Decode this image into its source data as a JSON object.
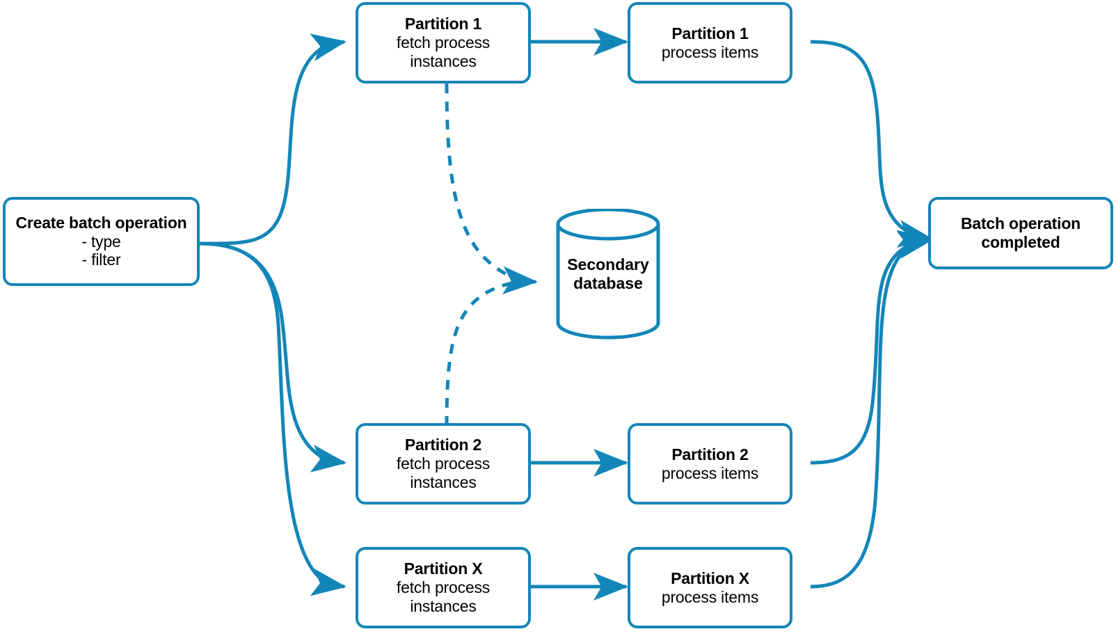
{
  "diagram": {
    "type": "flow-diagram",
    "accent_color": "#1386b8",
    "background_color": "#ffffff",
    "text_color": "#000000",
    "nodes": {
      "start": {
        "title": "Create batch operation",
        "line2": "- type",
        "line3": "- filter"
      },
      "fetch_1": {
        "title": "Partition 1",
        "line2": "fetch process",
        "line3": "instances"
      },
      "process_1": {
        "title": "Partition 1",
        "line2": "process items"
      },
      "fetch_2": {
        "title": "Partition 2",
        "line2": "fetch process",
        "line3": "instances"
      },
      "process_2": {
        "title": "Partition 2",
        "line2": "process items"
      },
      "fetch_x": {
        "title": "Partition X",
        "line2": "fetch process",
        "line3": "instances"
      },
      "process_x": {
        "title": "Partition X",
        "line2": "process items"
      },
      "database": {
        "title": "Secondary",
        "line2": "database"
      },
      "end": {
        "title": "Batch operation",
        "line2": "completed"
      }
    },
    "edges": [
      {
        "name": "start-to-fetch-1",
        "style": "solid",
        "from": "start",
        "to": "fetch_1"
      },
      {
        "name": "start-to-fetch-2",
        "style": "solid",
        "from": "start",
        "to": "fetch_2"
      },
      {
        "name": "start-to-fetch-x",
        "style": "solid",
        "from": "start",
        "to": "fetch_x"
      },
      {
        "name": "fetch-1-to-process-1",
        "style": "solid",
        "from": "fetch_1",
        "to": "process_1"
      },
      {
        "name": "fetch-2-to-process-2",
        "style": "solid",
        "from": "fetch_2",
        "to": "process_2"
      },
      {
        "name": "fetch-x-to-process-x",
        "style": "solid",
        "from": "fetch_x",
        "to": "process_x"
      },
      {
        "name": "fetch-1-to-database",
        "style": "dashed",
        "from": "fetch_1",
        "to": "database"
      },
      {
        "name": "fetch-2-to-database",
        "style": "dashed",
        "from": "fetch_2",
        "to": "database"
      },
      {
        "name": "process-1-to-end",
        "style": "solid",
        "from": "process_1",
        "to": "end"
      },
      {
        "name": "process-2-to-end",
        "style": "solid",
        "from": "process_2",
        "to": "end"
      },
      {
        "name": "process-x-to-end",
        "style": "solid",
        "from": "process_x",
        "to": "end"
      }
    ]
  }
}
